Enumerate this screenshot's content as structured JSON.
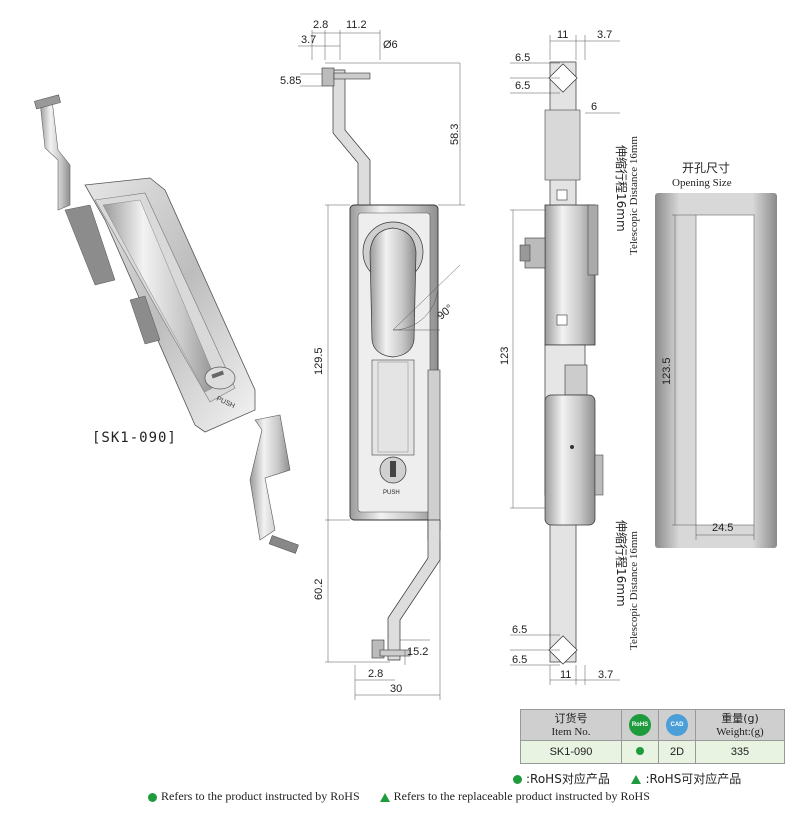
{
  "model_label": "[SK1-090]",
  "product_photo": {
    "push_text": "PUSH"
  },
  "front_view": {
    "dimensions": {
      "d_2_8_top": "2.8",
      "d_11_2": "11.2",
      "d_3_7_top": "3.7",
      "d_dia6": "Ø6",
      "d_5_85": "5.85",
      "d_58_3": "58.3",
      "d_90deg": "90°",
      "d_129_5": "129.5",
      "d_60_2": "60.2",
      "d_15_2": "15.2",
      "d_2_8_bottom": "2.8",
      "d_30": "30"
    },
    "push_text": "PUSH"
  },
  "side_view": {
    "dimensions": {
      "d_11_top": "11",
      "d_3_7_top": "3.7",
      "d_6_5_a": "6.5",
      "d_6_5_b": "6.5",
      "d_6": "6",
      "d_123": "123",
      "d_6_5_c": "6.5",
      "d_6_5_d": "6.5",
      "d_11_bottom": "11",
      "d_3_7_bottom": "3.7"
    },
    "telescopic_top_cn": "伸缩行程16mm",
    "telescopic_top_en": "Telescopic Distance 16mm",
    "telescopic_bottom_cn": "伸缩行程16mm",
    "telescopic_bottom_en": "Telescopic Distance 16mm"
  },
  "opening": {
    "title_cn": "开孔尺寸",
    "title_en": "Opening Size",
    "d_height": "123.5",
    "d_width": "24.5"
  },
  "spec_table": {
    "col_item_cn": "订货号",
    "col_item_en": "Item No.",
    "col_rohs_icon": "RoHS",
    "col_cad_icon": "CAD",
    "col_weight_cn": "重量(g)",
    "col_weight_en": "Weight:(g)",
    "row": {
      "item_no": "SK1-090",
      "rohs": "dot",
      "cad": "2D",
      "weight": "335"
    }
  },
  "legend_cn": {
    "rohs": ":RoHS对应产品",
    "replaceable": ":RoHS可对应产品"
  },
  "legend_en": {
    "rohs": "Refers to the product instructed by RoHS",
    "replaceable": "Refers to the replaceable product instructed by RoHS"
  },
  "colors": {
    "green": "#1e9b3c",
    "table_header": "#cfcfcf",
    "table_row": "#e8f3e1"
  }
}
